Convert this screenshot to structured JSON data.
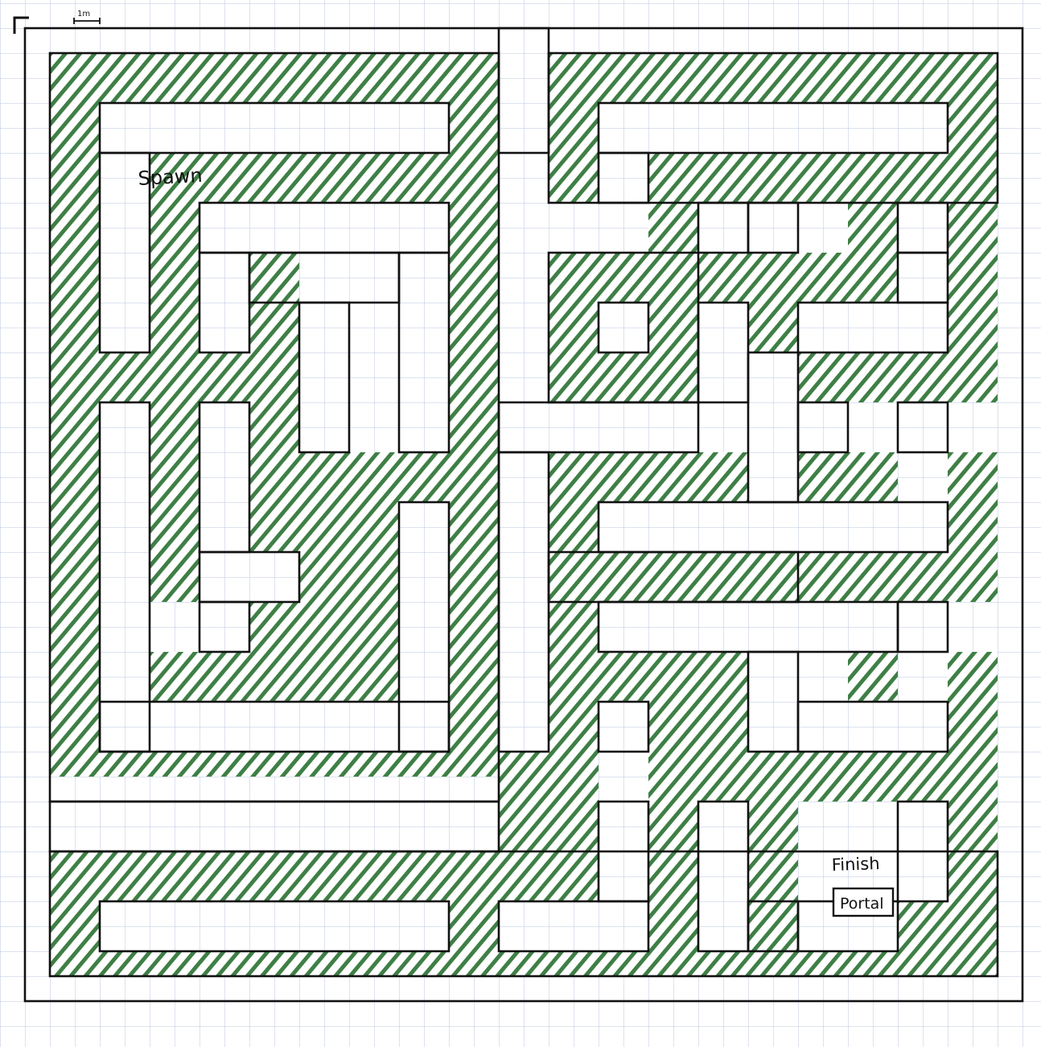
{
  "scale_label": "1m",
  "labels": {
    "spawn": "Spawn",
    "finish": "Finish",
    "portal": "Portal"
  },
  "colors": {
    "paper": "#ffffff",
    "grid": "#b9c6dd",
    "ink": "#111111",
    "hatch": "#3f7f46"
  }
}
